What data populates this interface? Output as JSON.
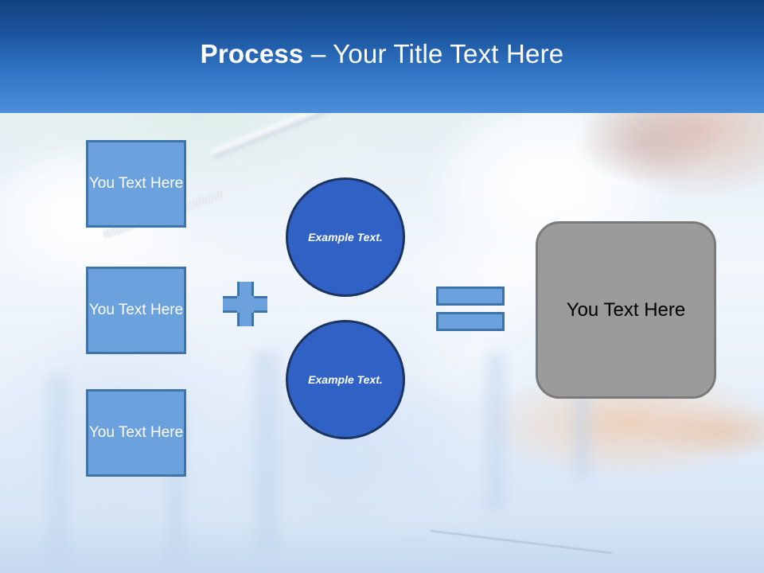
{
  "slide": {
    "title": {
      "bold_part": "Process",
      "rest_part": " – Your Title Text Here"
    },
    "colors": {
      "header_top": "#11417e",
      "header_bottom": "#4a8ed8",
      "box_fill": "#6ba2de",
      "box_border": "#3f74ab",
      "circle_fill": "#2f62c4",
      "circle_border": "#1c3461",
      "result_fill": "#9b9b9b",
      "result_border": "#7a7a7a",
      "box_text": "#ffffff",
      "result_text": "#000000"
    },
    "input_boxes": [
      {
        "label": "You Text Here"
      },
      {
        "label": "You Text Here"
      },
      {
        "label": "You Text Here"
      }
    ],
    "operators": {
      "plus": "plus-sign",
      "equals": "equals-sign"
    },
    "circles": [
      {
        "label": "Example Text."
      },
      {
        "label": "Example Text."
      }
    ],
    "result_box": {
      "label": "You Text Here"
    }
  }
}
